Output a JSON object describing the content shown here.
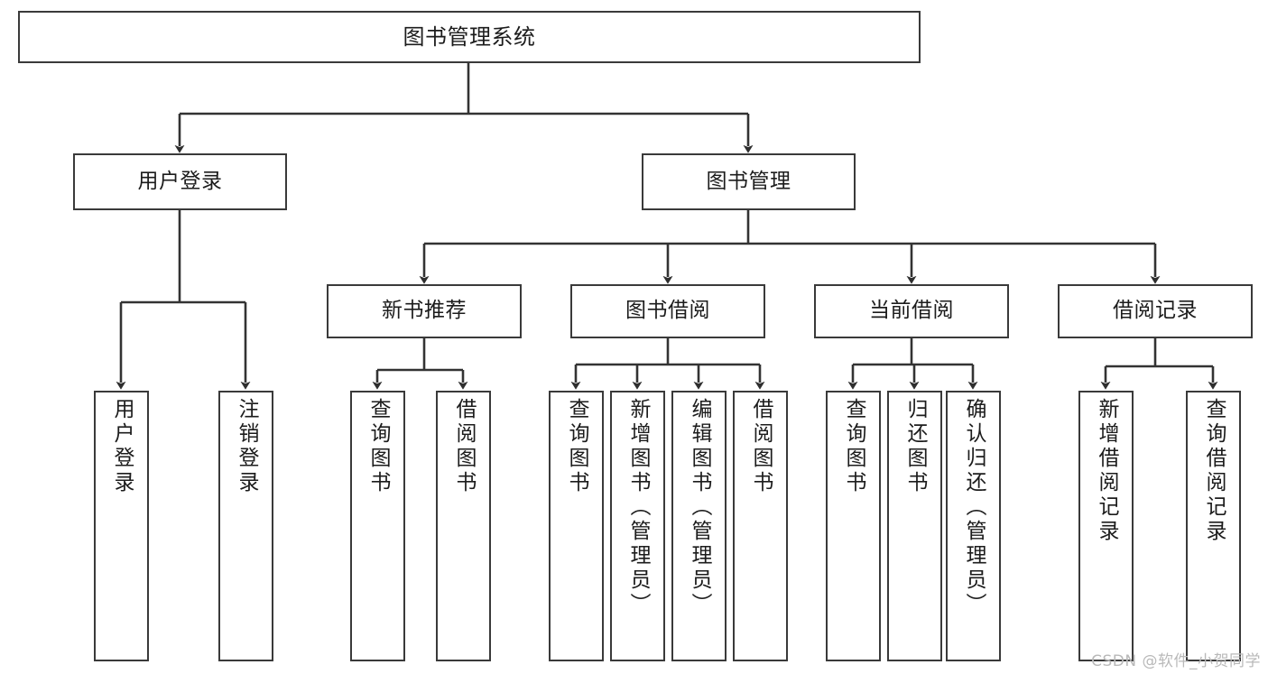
{
  "diagram": {
    "type": "tree-hierarchy-chart",
    "title": "图书管理系统",
    "watermark": "CSDN @软件_小贺同学",
    "colors": {
      "box_border": "#3a3a3a",
      "box_fill": "#ffffff",
      "edge": "#333333",
      "text": "#1c1c1c",
      "watermark": "#b9b9b9",
      "background": "#ffffff"
    },
    "nodes": {
      "root": {
        "label": "图书管理系统"
      },
      "level1": [
        {
          "id": "user-login",
          "label": "用户登录"
        },
        {
          "id": "book-management",
          "label": "图书管理"
        }
      ],
      "level2": [
        {
          "id": "new-book-recommend",
          "label": "新书推荐"
        },
        {
          "id": "book-borrow",
          "label": "图书借阅"
        },
        {
          "id": "current-borrow",
          "label": "当前借阅"
        },
        {
          "id": "borrow-record",
          "label": "借阅记录"
        }
      ],
      "leaves": {
        "user_login": [
          {
            "id": "leaf-user-login",
            "label": "用户登录"
          },
          {
            "id": "leaf-logout-login",
            "label": "注销登录"
          }
        ],
        "new_book_recommend": [
          {
            "id": "leaf-query-book-1",
            "label": "查询图书"
          },
          {
            "id": "leaf-borrow-book-1",
            "label": "借阅图书"
          }
        ],
        "book_borrow": [
          {
            "id": "leaf-query-book-2",
            "label": "查询图书"
          },
          {
            "id": "leaf-add-book",
            "label": "新增图书（管理员）"
          },
          {
            "id": "leaf-edit-book",
            "label": "编辑图书（管理员）"
          },
          {
            "id": "leaf-borrow-book-2",
            "label": "借阅图书"
          }
        ],
        "current_borrow": [
          {
            "id": "leaf-query-book-3",
            "label": "查询图书"
          },
          {
            "id": "leaf-return-book",
            "label": "归还图书"
          },
          {
            "id": "leaf-confirm-return",
            "label": "确认归还（管理员）"
          }
        ],
        "borrow_record": [
          {
            "id": "leaf-add-record",
            "label": "新增借阅记录"
          },
          {
            "id": "leaf-query-record",
            "label": "查询借阅记录"
          }
        ]
      }
    }
  }
}
